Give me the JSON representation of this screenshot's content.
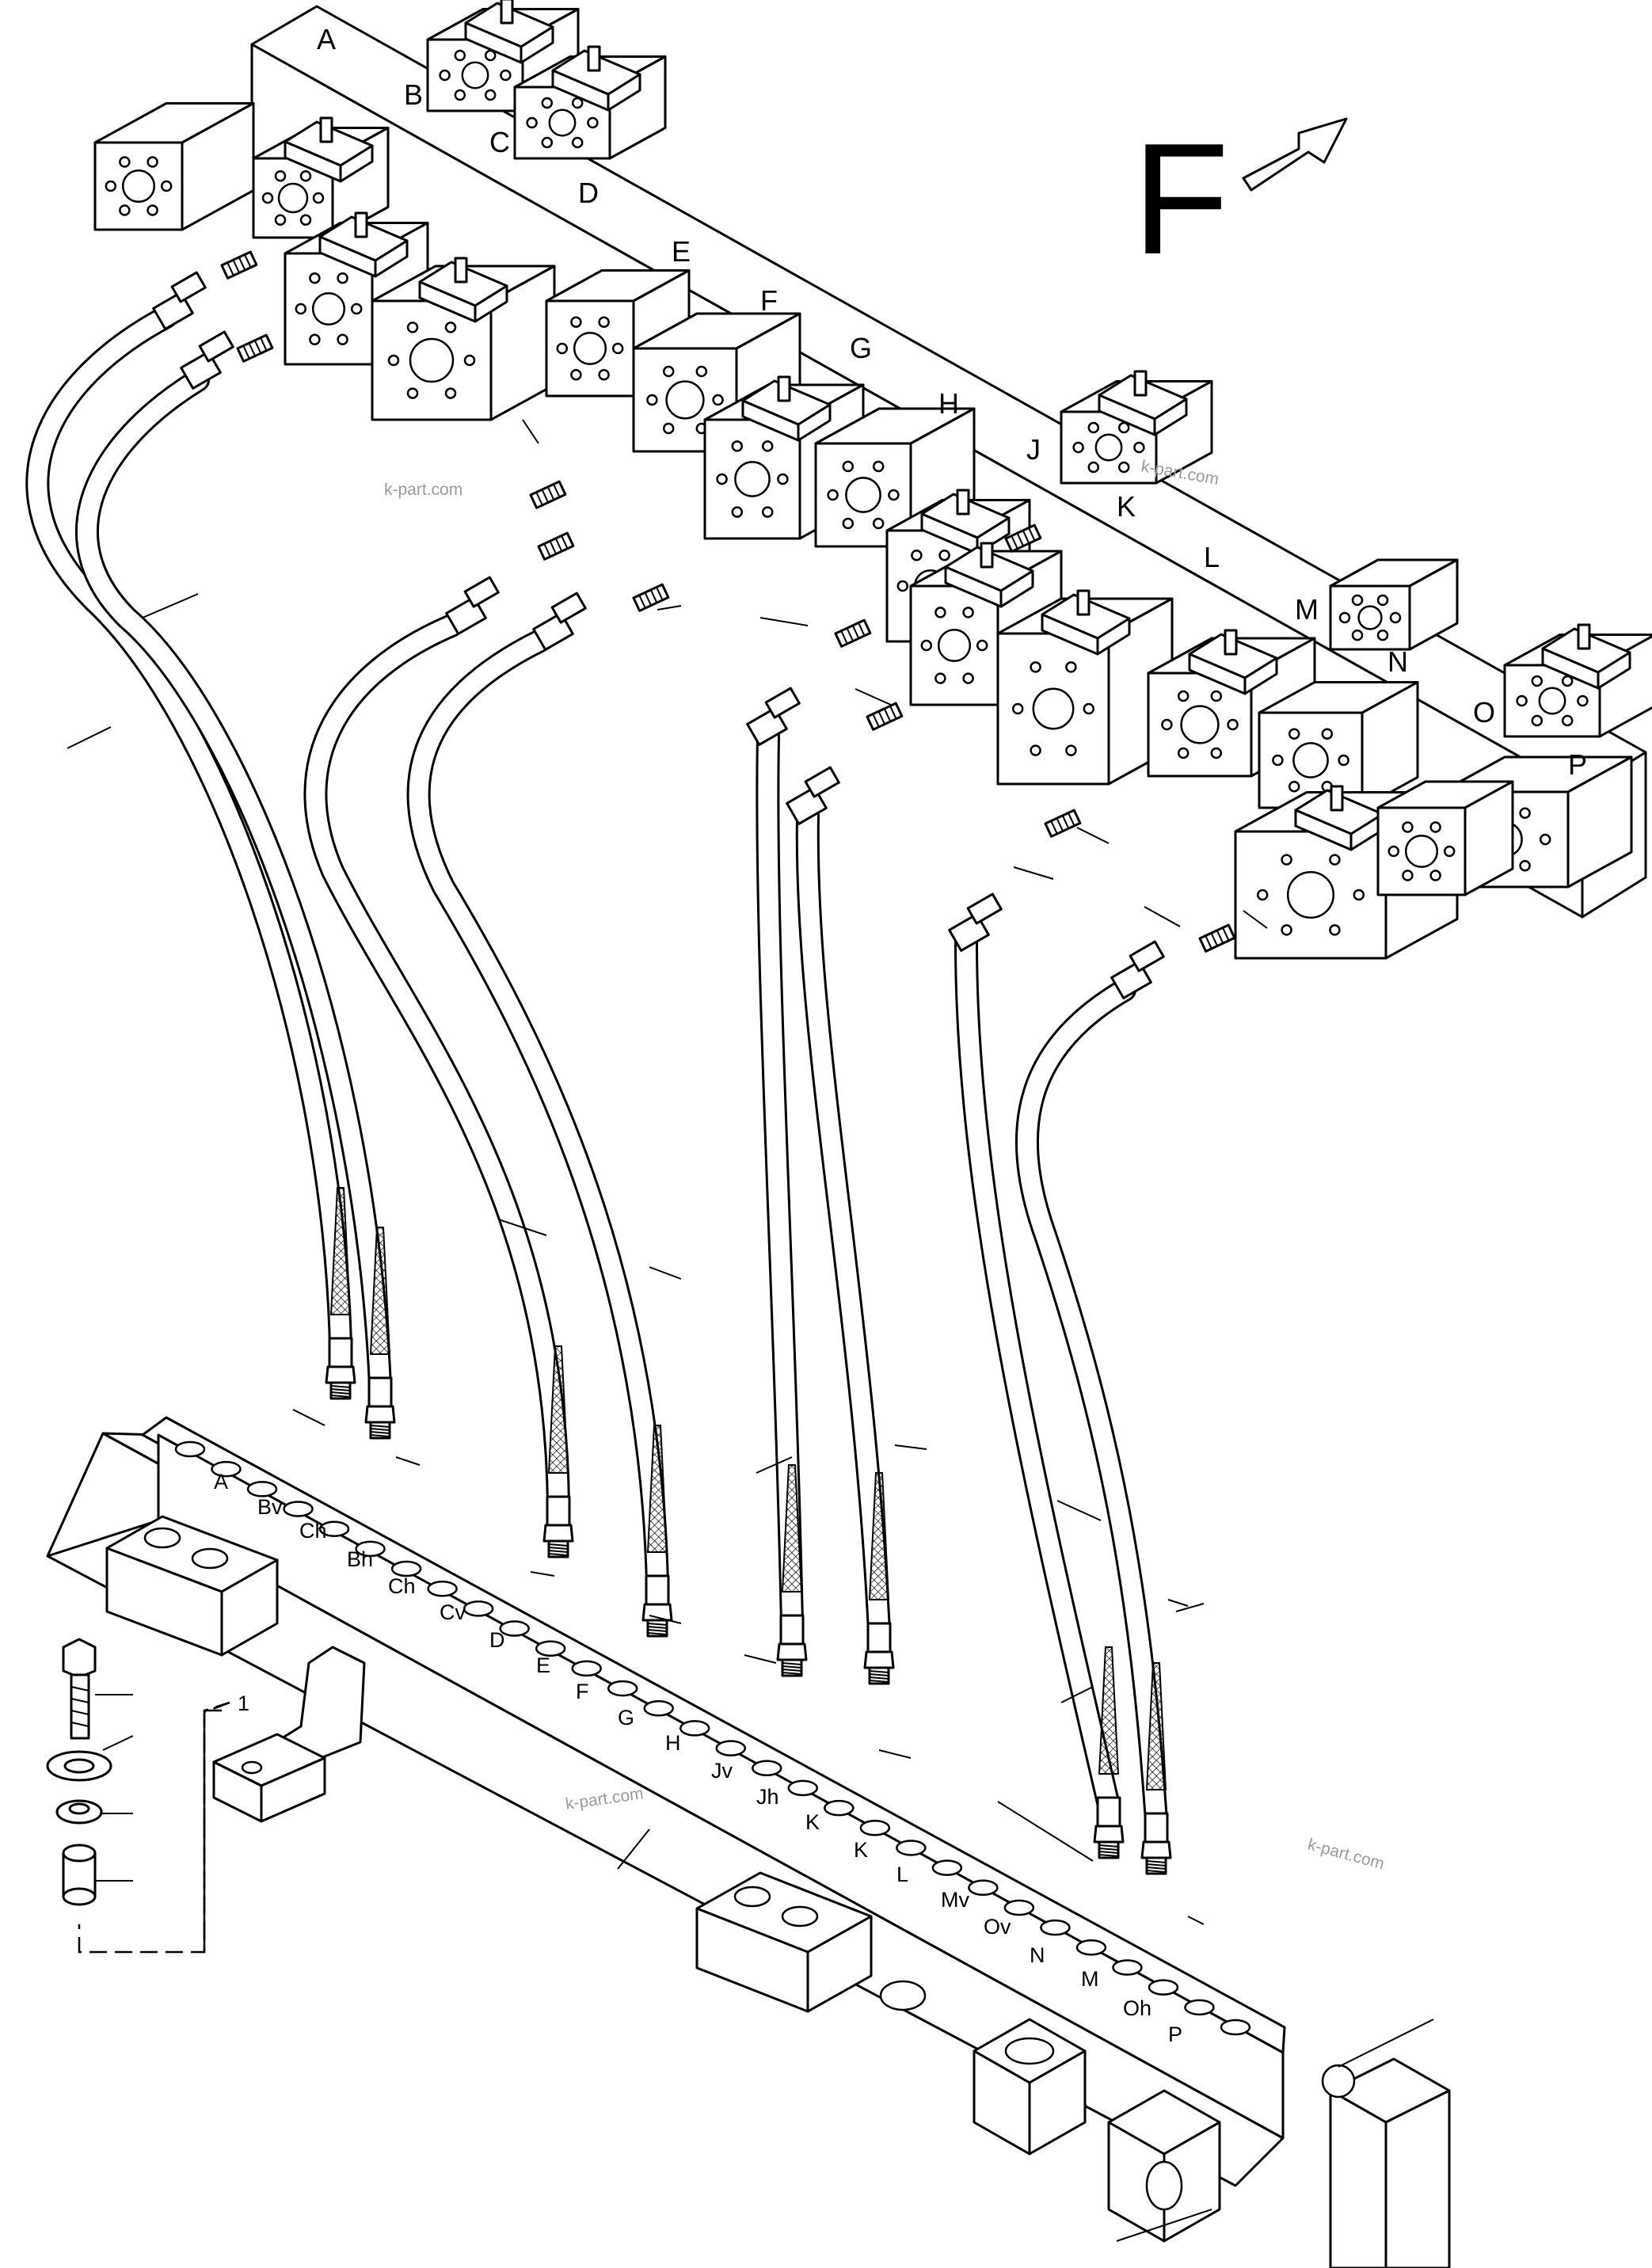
{
  "view": {
    "letter": "F",
    "arrow_icon": "outline-arrow-icon"
  },
  "valve_bank_labels": [
    "A",
    "B",
    "C",
    "D",
    "E",
    "F",
    "G",
    "H",
    "J",
    "K",
    "L",
    "M",
    "N",
    "O",
    "P"
  ],
  "manifold_port_labels": [
    "A",
    "Bv",
    "Ch",
    "Bh",
    "Ch",
    "Cv",
    "D",
    "E",
    "F",
    "G",
    "H",
    "Jv",
    "Jh",
    "K",
    "K",
    "L",
    "Mv",
    "Ov",
    "N",
    "M",
    "Oh",
    "P"
  ],
  "callouts": {
    "kit": "1"
  },
  "watermarks": [
    "k-part.com",
    "k-part.com",
    "k-part.com",
    "k-part.com"
  ],
  "colors": {
    "line": "#000000",
    "background": "#ffffff",
    "watermark": "#9a9a9a"
  }
}
